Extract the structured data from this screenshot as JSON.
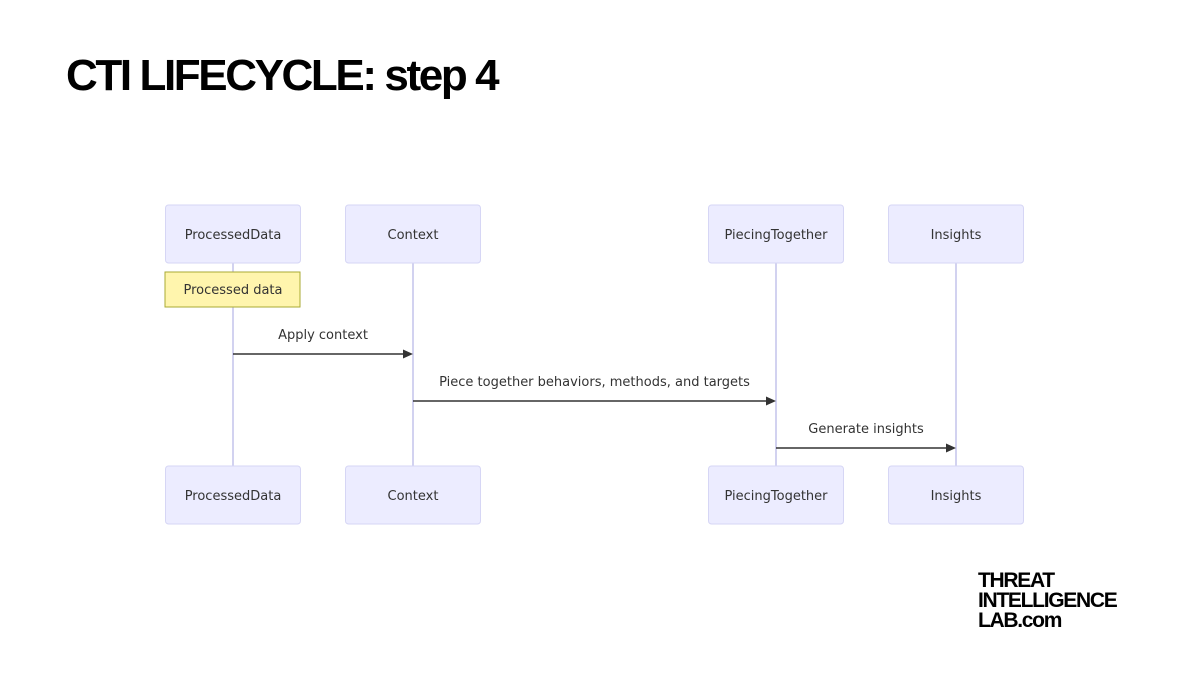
{
  "title": "CTI LIFECYCLE: step 4",
  "colors": {
    "actor_fill": "#ececff",
    "actor_border": "#d6d6f5",
    "lifeline": "#d2d2f0",
    "note_fill": "#fff5ad",
    "note_border": "#aaaa33",
    "message": "#333333"
  },
  "diagram": {
    "actors": [
      {
        "label": "ProcessedData"
      },
      {
        "label": "Context"
      },
      {
        "label": "PiecingTogether"
      },
      {
        "label": "Insights"
      }
    ],
    "note": {
      "label": "Processed data",
      "actor": 0
    },
    "messages": [
      {
        "from": 0,
        "to": 1,
        "label": "Apply context"
      },
      {
        "from": 1,
        "to": 2,
        "label": "Piece together behaviors, methods, and targets"
      },
      {
        "from": 2,
        "to": 3,
        "label": "Generate insights"
      }
    ]
  },
  "brand": {
    "lines": [
      "THREAT",
      "INTELLIGENCE",
      "LAB.com"
    ]
  }
}
